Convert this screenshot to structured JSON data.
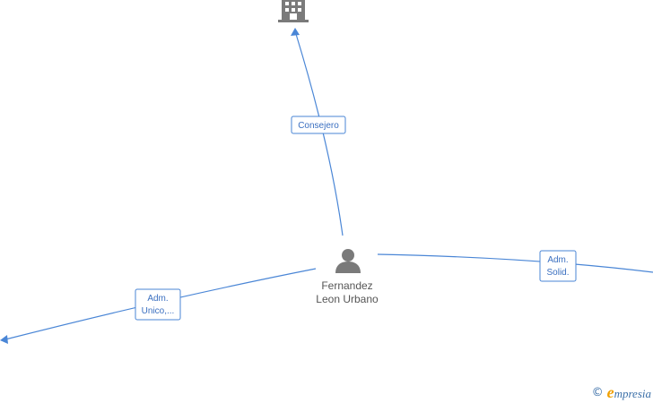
{
  "nodes": {
    "person": {
      "line1": "Fernandez",
      "line2": "Leon Urbano",
      "icon": "person-icon"
    },
    "company_top": {
      "icon": "building-icon"
    }
  },
  "edges": {
    "consejero": {
      "lines": [
        "Consejero"
      ]
    },
    "adm_solid": {
      "lines": [
        "Adm.",
        "Solid."
      ]
    },
    "adm_unico": {
      "lines": [
        "Adm.",
        "Unico,..."
      ]
    }
  },
  "footer": {
    "copyright_symbol": "©",
    "brand_initial": "e",
    "brand_rest": "mpresia"
  },
  "colors": {
    "edge": "#4a86d6",
    "icon": "#7a7a7a",
    "brand": "#3b6fa8",
    "brand_accent": "#f0a000"
  }
}
